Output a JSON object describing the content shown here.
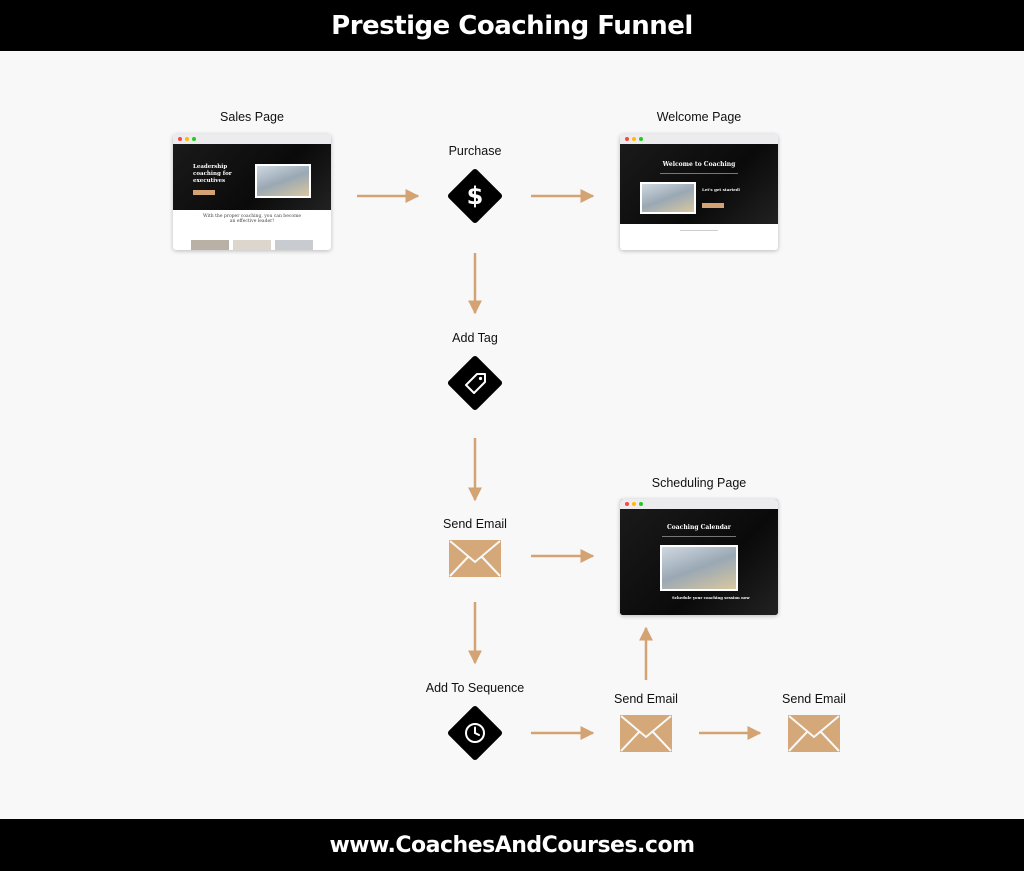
{
  "header": {
    "title": "Prestige Coaching Funnel"
  },
  "footer": {
    "url": "www.CoachesAndCourses.com"
  },
  "colors": {
    "accent": "#d4a373",
    "node": "#000000"
  },
  "nodes": {
    "sales_page": {
      "label": "Sales Page",
      "thumb_title": "Leadership coaching for executives",
      "thumb_subtitle": "With the proper coaching, you can become an effective leader!"
    },
    "purchase": {
      "label": "Purchase",
      "icon": "dollar-icon"
    },
    "welcome_page": {
      "label": "Welcome Page",
      "thumb_title": "Welcome to Coaching",
      "thumb_subtitle": "Let's get started!"
    },
    "add_tag": {
      "label": "Add Tag",
      "icon": "tag-icon"
    },
    "send_email_1": {
      "label": "Send Email",
      "icon": "envelope-icon"
    },
    "scheduling_page": {
      "label": "Scheduling Page",
      "thumb_title": "Coaching Calendar",
      "thumb_subtitle": "Schedule your coaching session now"
    },
    "add_to_sequence": {
      "label": "Add To Sequence",
      "icon": "clock-icon"
    },
    "send_email_2": {
      "label": "Send Email",
      "icon": "envelope-icon"
    },
    "send_email_3": {
      "label": "Send Email",
      "icon": "envelope-icon"
    }
  }
}
